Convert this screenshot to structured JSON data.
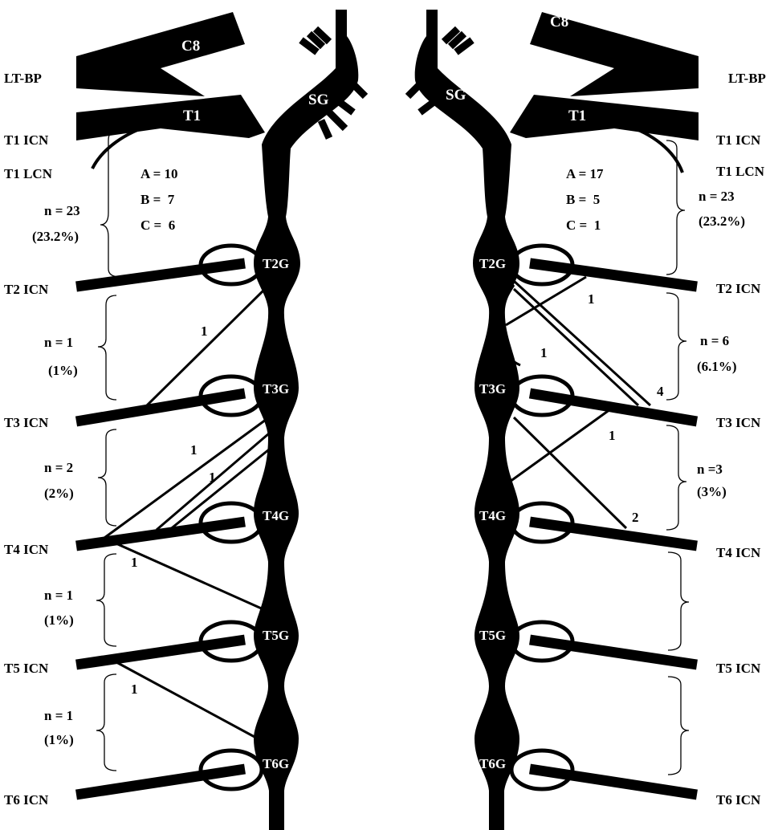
{
  "left": {
    "ganglia": {
      "sg": "SG",
      "t2": "T2G",
      "t3": "T3G",
      "t4": "T4G",
      "t5": "T5G",
      "t6": "T6G"
    },
    "roots": {
      "c8": "C8",
      "t1": "T1"
    },
    "labels": {
      "bp": "LT-BP",
      "t1icn": "T1 ICN",
      "t1lcn": "T1 LCN",
      "t2icn": "T2 ICN",
      "t3icn": "T3 ICN",
      "t4icn": "T4 ICN",
      "t5icn": "T5 ICN",
      "t6icn": "T6 ICN"
    },
    "abc": {
      "a": "A = 10",
      "b": "B =  7",
      "c": "C =  6"
    },
    "groups": [
      {
        "n": "n = 23",
        "pct": "(23.2%)"
      },
      {
        "n": "n = 1",
        "pct": "(1%)"
      },
      {
        "n": "n = 2",
        "pct": "(2%)"
      },
      {
        "n": "n = 1",
        "pct": "(1%)"
      },
      {
        "n": "n = 1",
        "pct": "(1%)"
      }
    ],
    "counts": {
      "c1": "1",
      "c2": "1",
      "c3": "1",
      "c4": "1",
      "c5": "1"
    }
  },
  "right": {
    "ganglia": {
      "sg": "SG",
      "t2": "T2G",
      "t3": "T3G",
      "t4": "T4G",
      "t5": "T5G",
      "t6": "T6G"
    },
    "roots": {
      "c8": "C8",
      "t1": "T1"
    },
    "labels": {
      "bp": "LT-BP",
      "t1icn": "T1 ICN",
      "t1lcn": "T1 LCN",
      "t2icn": "T2 ICN",
      "t3icn": "T3 ICN",
      "t4icn": "T4 ICN",
      "t5icn": "T5 ICN",
      "t6icn": "T6 ICN"
    },
    "abc": {
      "a": "A = 17",
      "b": "B =  5",
      "c": "C =  1"
    },
    "groups": [
      {
        "n": "n = 23",
        "pct": "(23.2%)"
      },
      {
        "n": "n = 6",
        "pct": "(6.1%)"
      },
      {
        "n": "n =3",
        "pct": "(3%)"
      }
    ],
    "counts": {
      "c1": "1",
      "c2": "1",
      "c3": "4",
      "c4": "1",
      "c5": "2"
    }
  }
}
